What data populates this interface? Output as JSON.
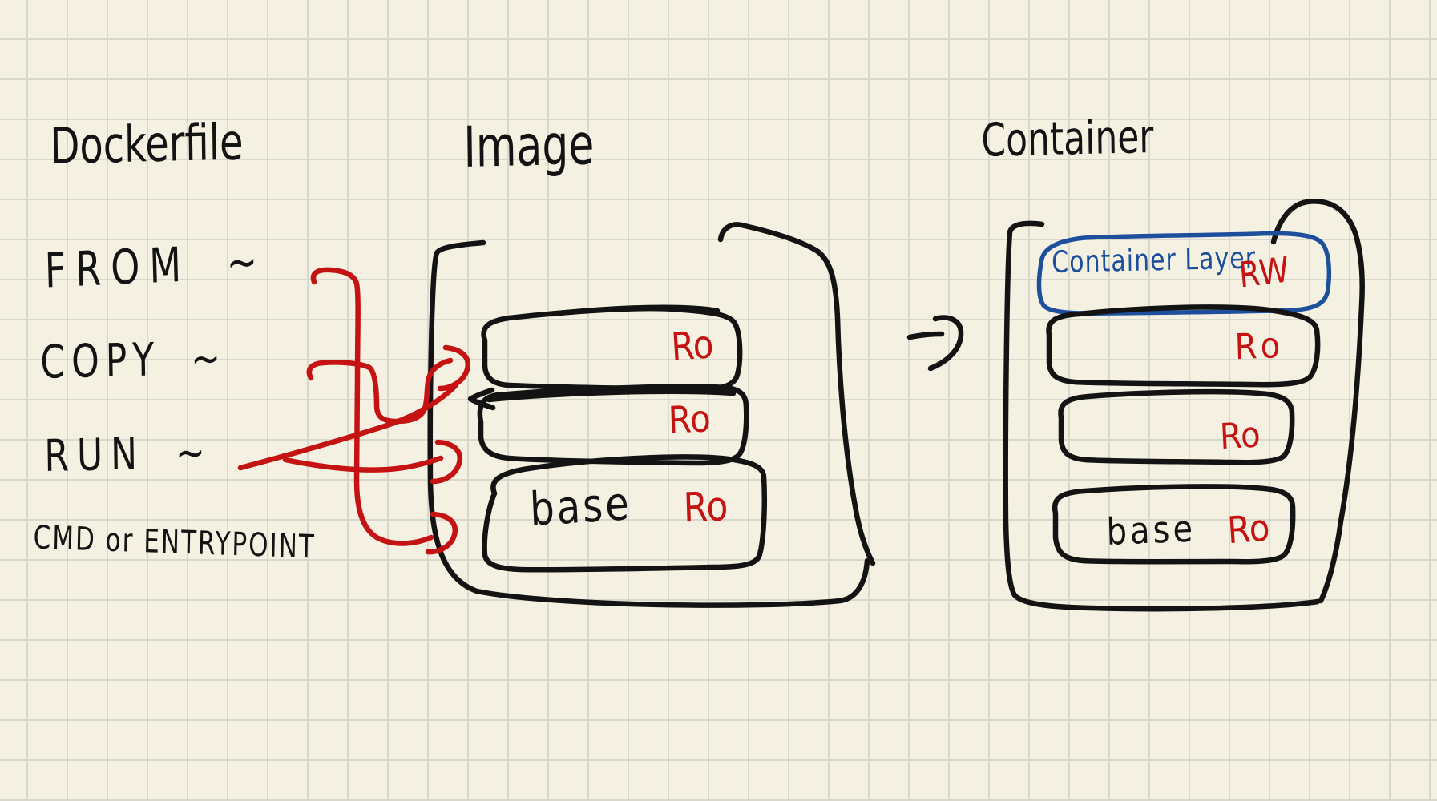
{
  "canvas": {
    "background": "#f4f1e2",
    "grid_color": "#d9d8cc"
  },
  "palette": {
    "ink": "#131313",
    "red": "#c41312",
    "blue": "#1d4f9d"
  },
  "dockerfile": {
    "title": "Dockerfile",
    "instructions": [
      {
        "label": "FROM ~"
      },
      {
        "label": "COPY ~"
      },
      {
        "label": "RUN ~"
      },
      {
        "label": "CMD or ENTRYPOINT"
      }
    ]
  },
  "image": {
    "title": "Image",
    "layers": [
      {
        "label": "",
        "access": "Ro"
      },
      {
        "label": "",
        "access": "Ro"
      },
      {
        "label": "base",
        "access": "Ro"
      }
    ]
  },
  "container": {
    "title": "Container",
    "writable_layer": {
      "label": "Container Layer",
      "access": "RW"
    },
    "layers": [
      {
        "label": "",
        "access": "Ro"
      },
      {
        "label": "",
        "access": "Ro"
      },
      {
        "label": "base",
        "access": "Ro"
      }
    ]
  }
}
